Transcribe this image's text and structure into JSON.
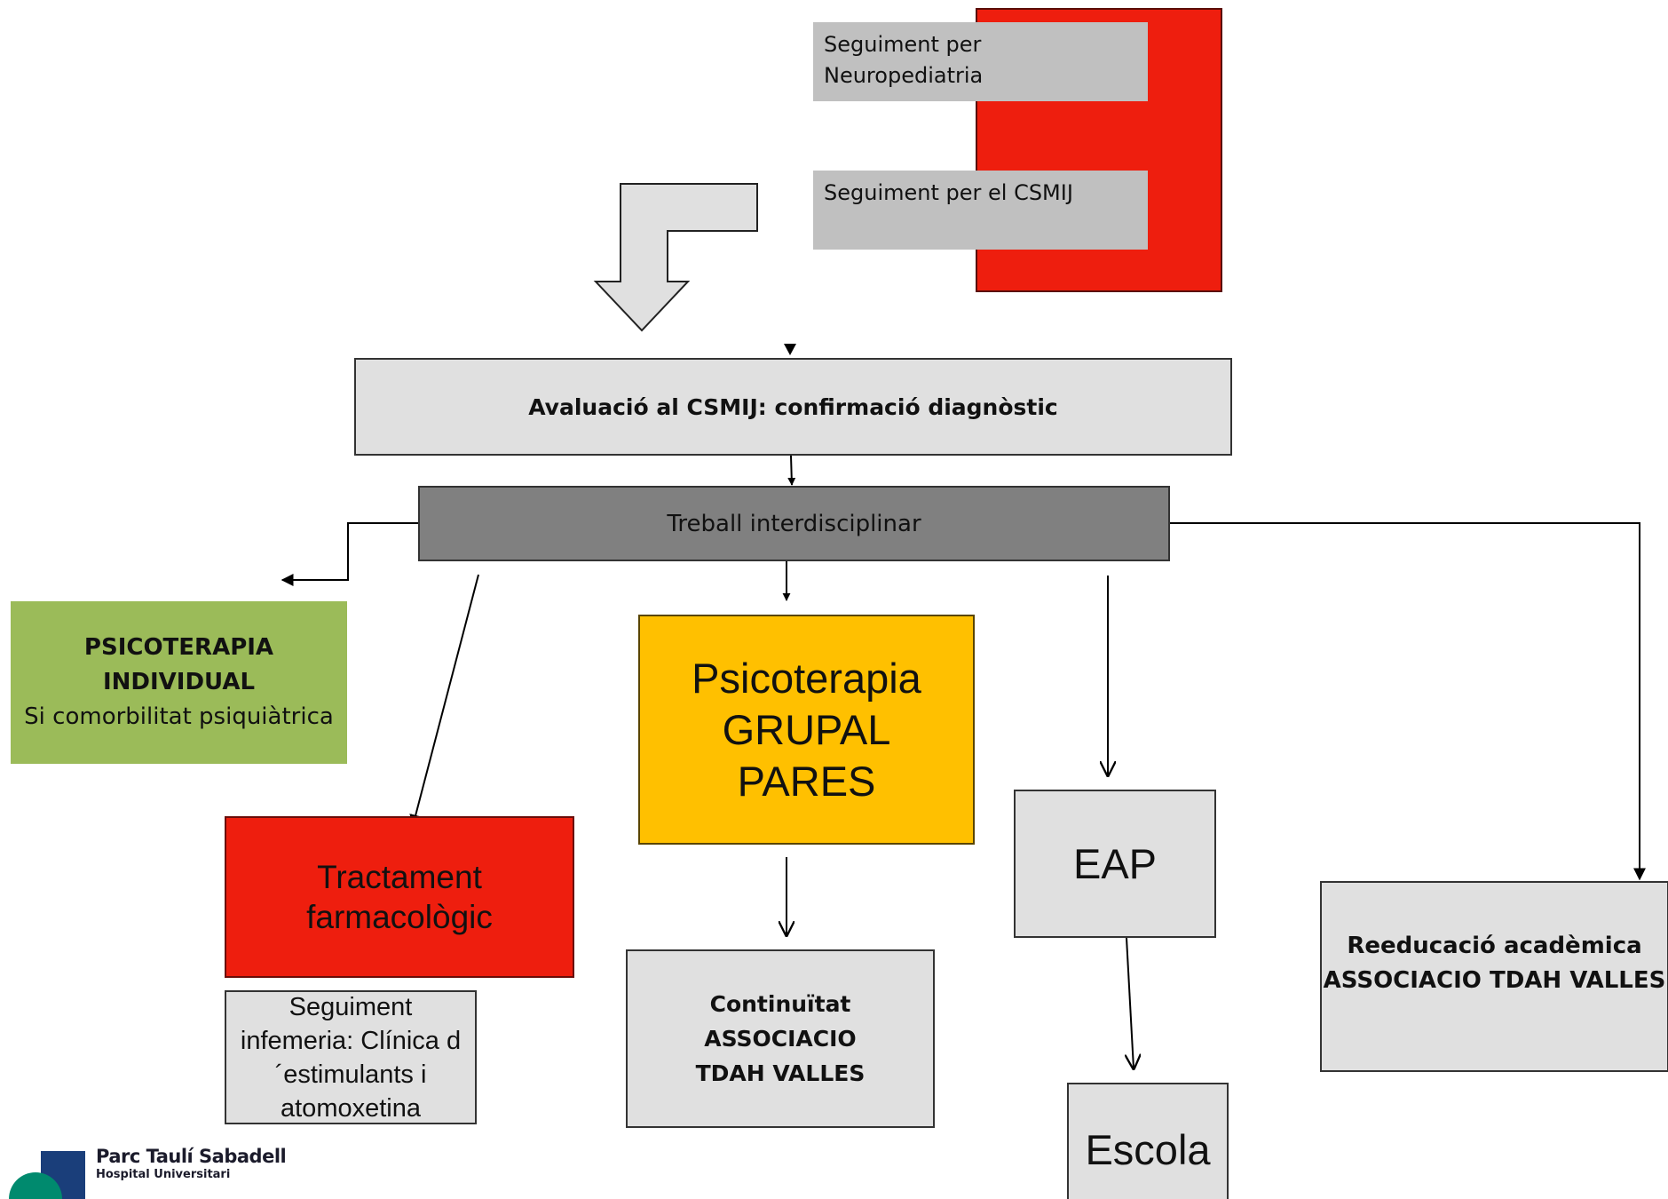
{
  "followup": {
    "neuro_label": "Seguiment per Neuropediatria",
    "csmij_label": "Seguiment per el CSMIJ"
  },
  "evaluation": {
    "label": "Avaluació al CSMIJ: confirmació diagnòstic"
  },
  "interdisciplinary": {
    "label": "Treball interdisciplinar"
  },
  "individual": {
    "line1": "PSICOTERAPIA",
    "line2": "INDIVIDUAL",
    "line3": "Si comorbilitat psiquiàtrica"
  },
  "pharma": {
    "line1": "Tractament",
    "line2": "farmacològic"
  },
  "nursing": {
    "label": "Seguiment infemeria: Clínica d´estimulants i atomoxetina"
  },
  "group": {
    "line1": "Psicoterapia",
    "line2": "GRUPAL",
    "line3": "PARES"
  },
  "continuity": {
    "line1": "Continuïtat",
    "line2": "ASSOCIACIO",
    "line3": "TDAH VALLES"
  },
  "eap": {
    "label": "EAP"
  },
  "school": {
    "label": "Escola"
  },
  "academic": {
    "line1": "Reeducació acadèmica",
    "line2": "ASSOCIACIO TDAH VALLES"
  },
  "logo": {
    "name": "Parc Taulí Sabadell",
    "subtitle": "Hospital Universitari"
  },
  "colors": {
    "red": "#ee1e0e",
    "light_grey": "#c0c0c0",
    "pale_grey": "#e0e0e0",
    "dark_grey": "#808080",
    "green": "#9bbb59",
    "yellow": "#ffc000",
    "logo_blue": "#1a3e7a",
    "logo_teal": "#008a6e"
  }
}
